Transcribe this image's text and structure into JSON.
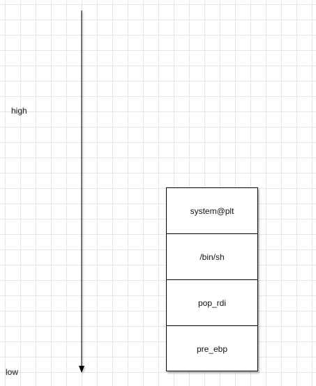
{
  "arrow": {
    "top_label": "high",
    "bottom_label": "low"
  },
  "stack": {
    "cells": [
      "system@plt",
      "/bin/sh",
      "pop_rdi",
      "pre_ebp"
    ]
  },
  "colors": {
    "grid": "#e6e6e6",
    "stroke": "#000000",
    "arrow": "#333333"
  }
}
